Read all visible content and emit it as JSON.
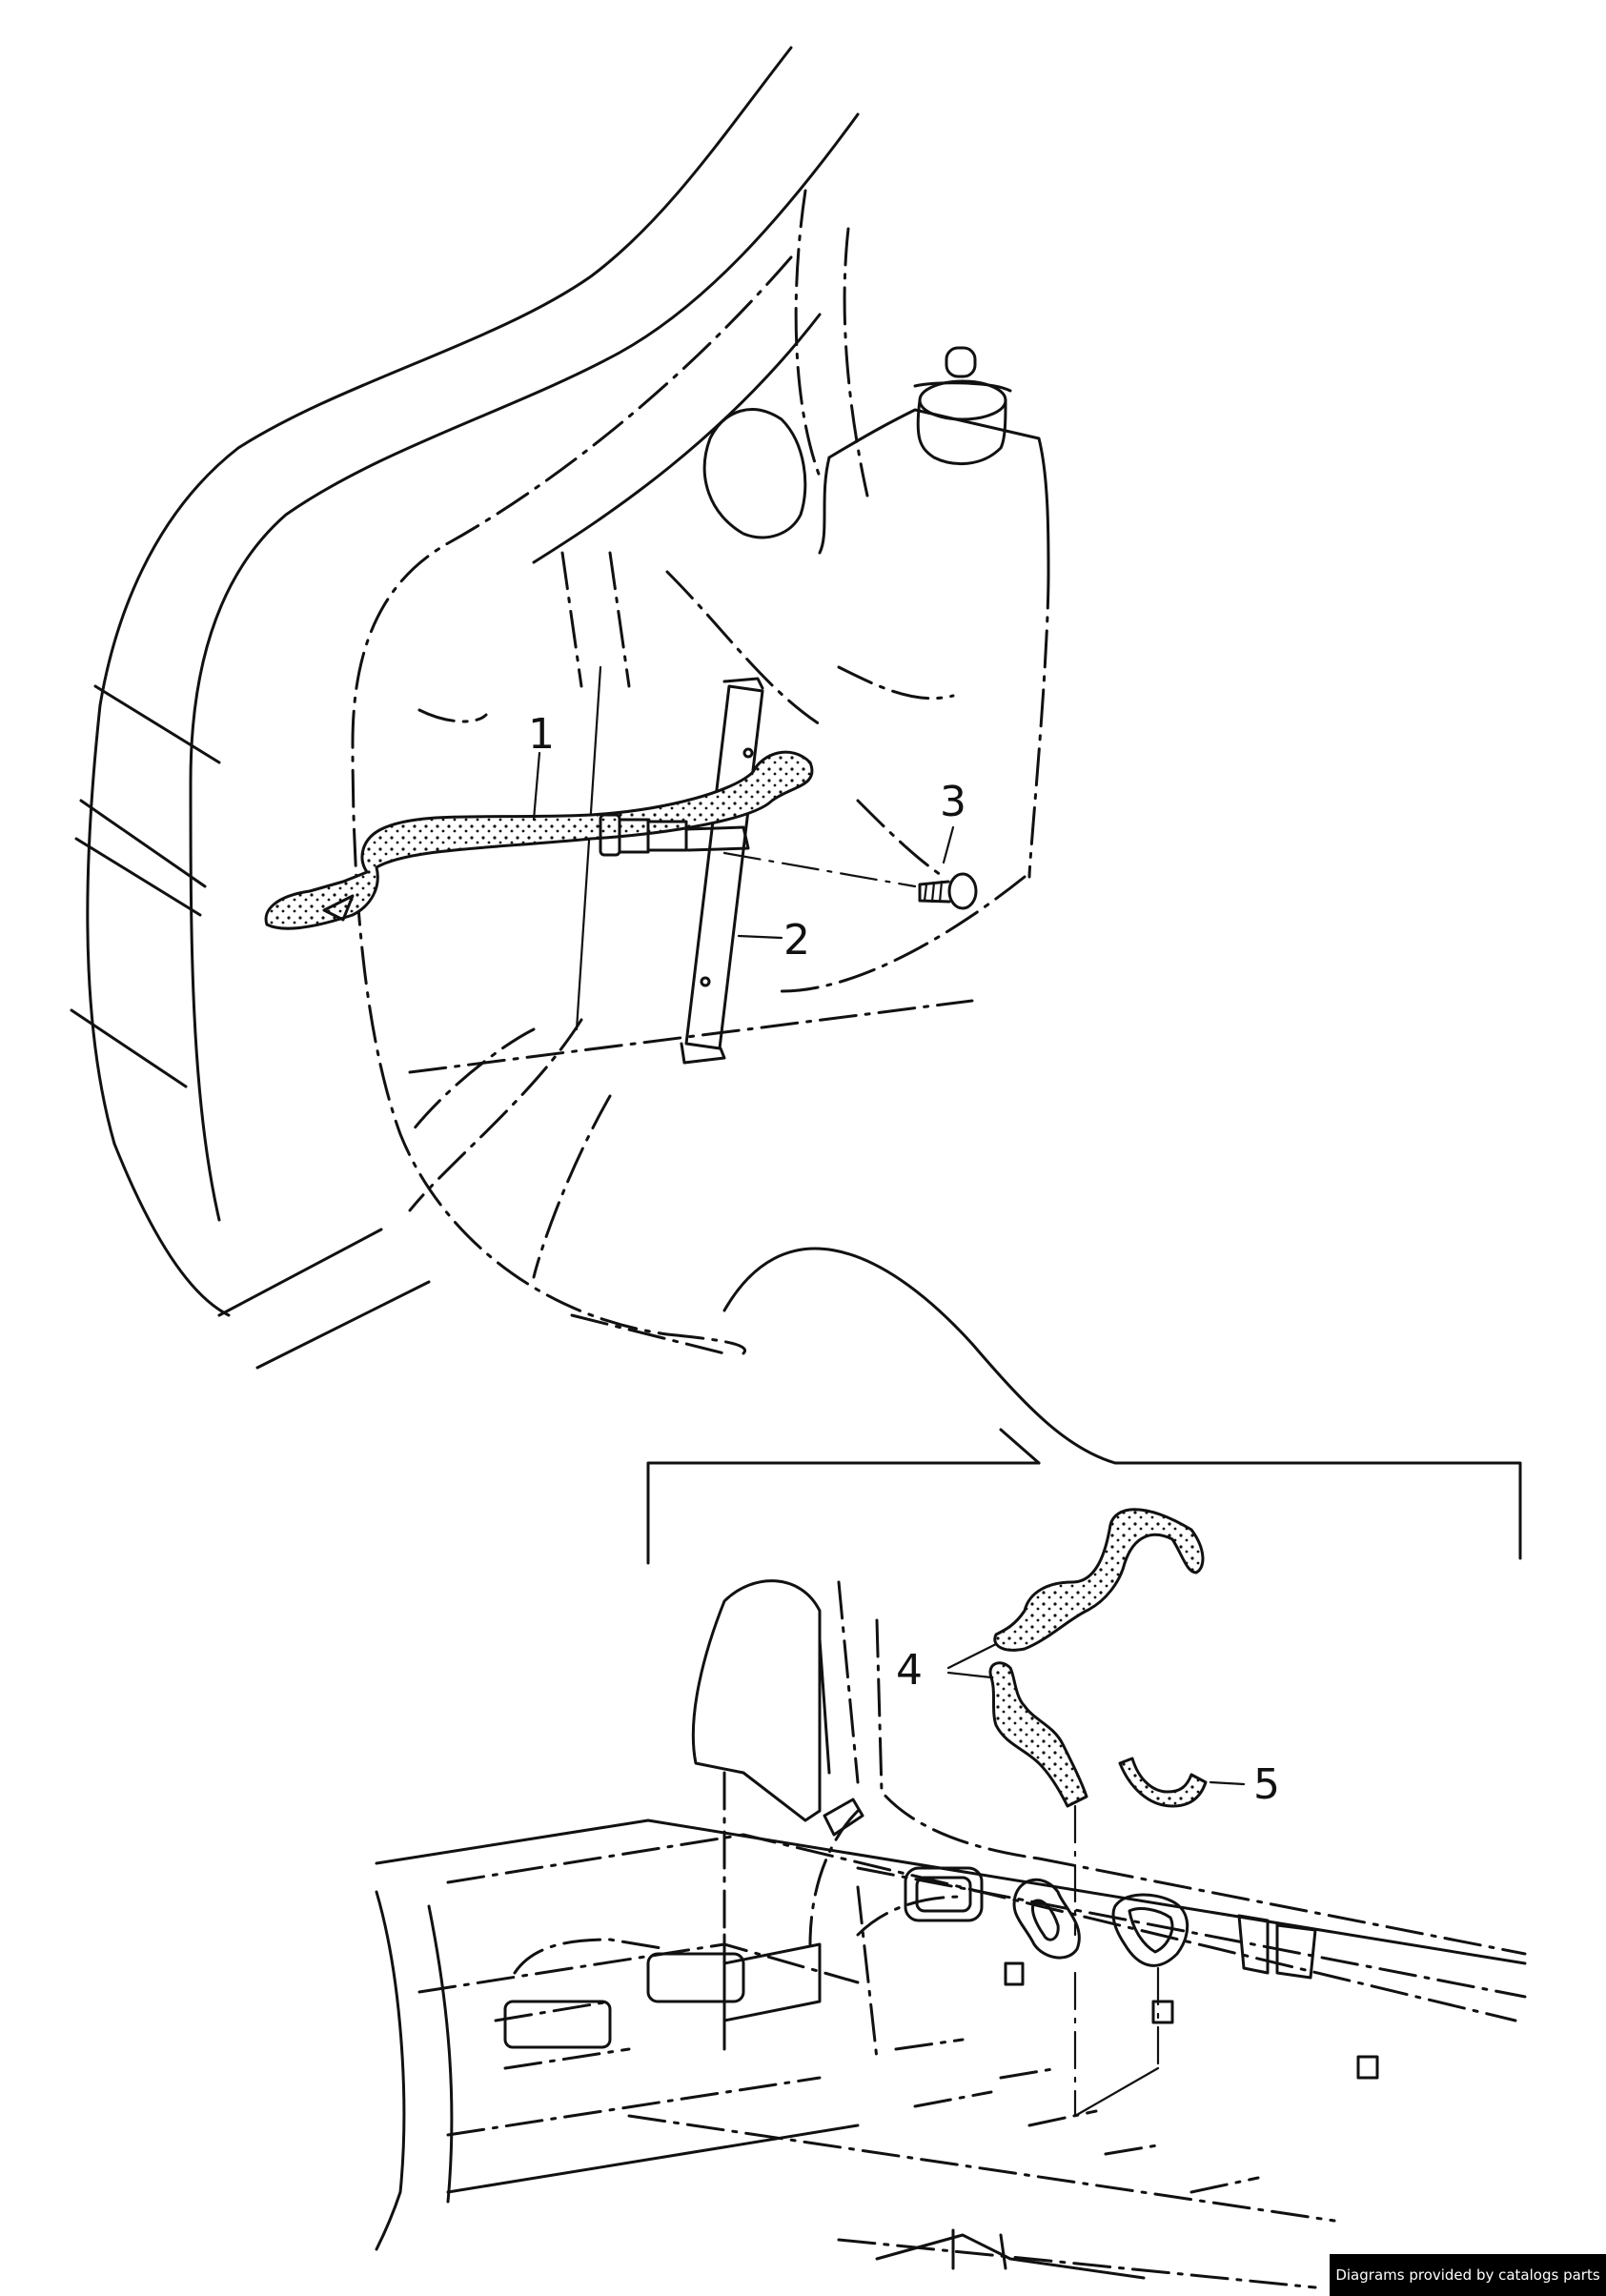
{
  "callouts": [
    {
      "id": "1",
      "text": "1"
    },
    {
      "id": "2",
      "text": "2"
    },
    {
      "id": "3",
      "text": "3"
    },
    {
      "id": "4",
      "text": "4"
    },
    {
      "id": "5",
      "text": "5"
    }
  ],
  "credit": "Diagrams provided by catalogs parts",
  "colors": {
    "line": "#111111",
    "background": "#ffffff",
    "credit_bg": "#000000",
    "credit_text": "#ffffff"
  }
}
